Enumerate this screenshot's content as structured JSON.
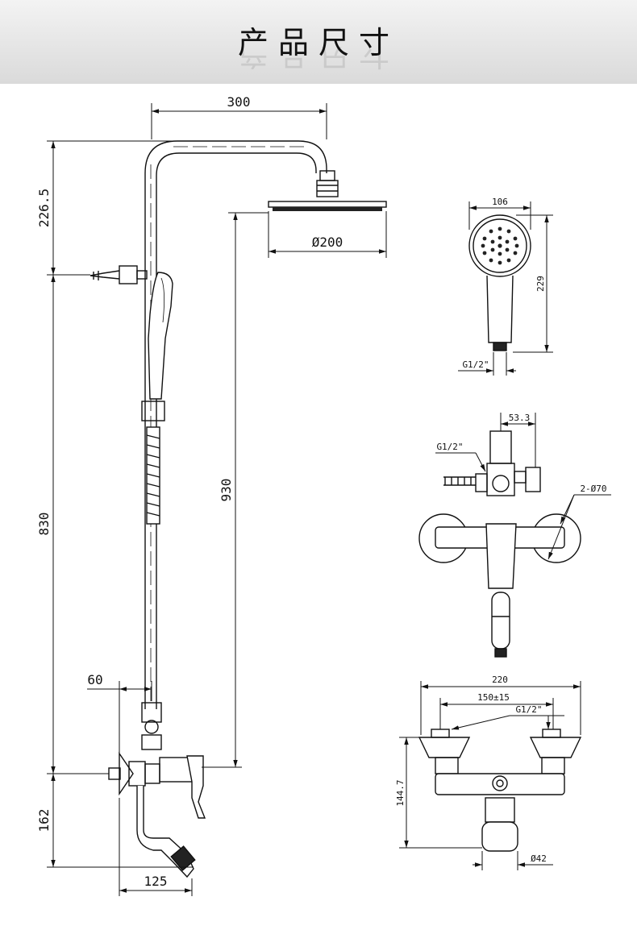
{
  "header": {
    "title": "产品尺寸"
  },
  "dimensions": {
    "arm_length": "300",
    "top_offset": "226.5",
    "head_diameter": "Ø200",
    "head_height": "930",
    "riser_length": "830",
    "mixer_offset": "60",
    "bottom_height": "162",
    "spout_length": "125",
    "hand_width": "106",
    "hand_length": "229",
    "hand_thread": "G1/2\"",
    "diverter_offset": "53.3",
    "diverter_thread": "G1/2\"",
    "flange_diameter": "2-Ø70",
    "mixer_width": "220",
    "mixer_centers": "150±15",
    "mixer_thread": "G1/2\"",
    "mixer_height": "144.7",
    "outlet_diameter": "Ø42"
  }
}
